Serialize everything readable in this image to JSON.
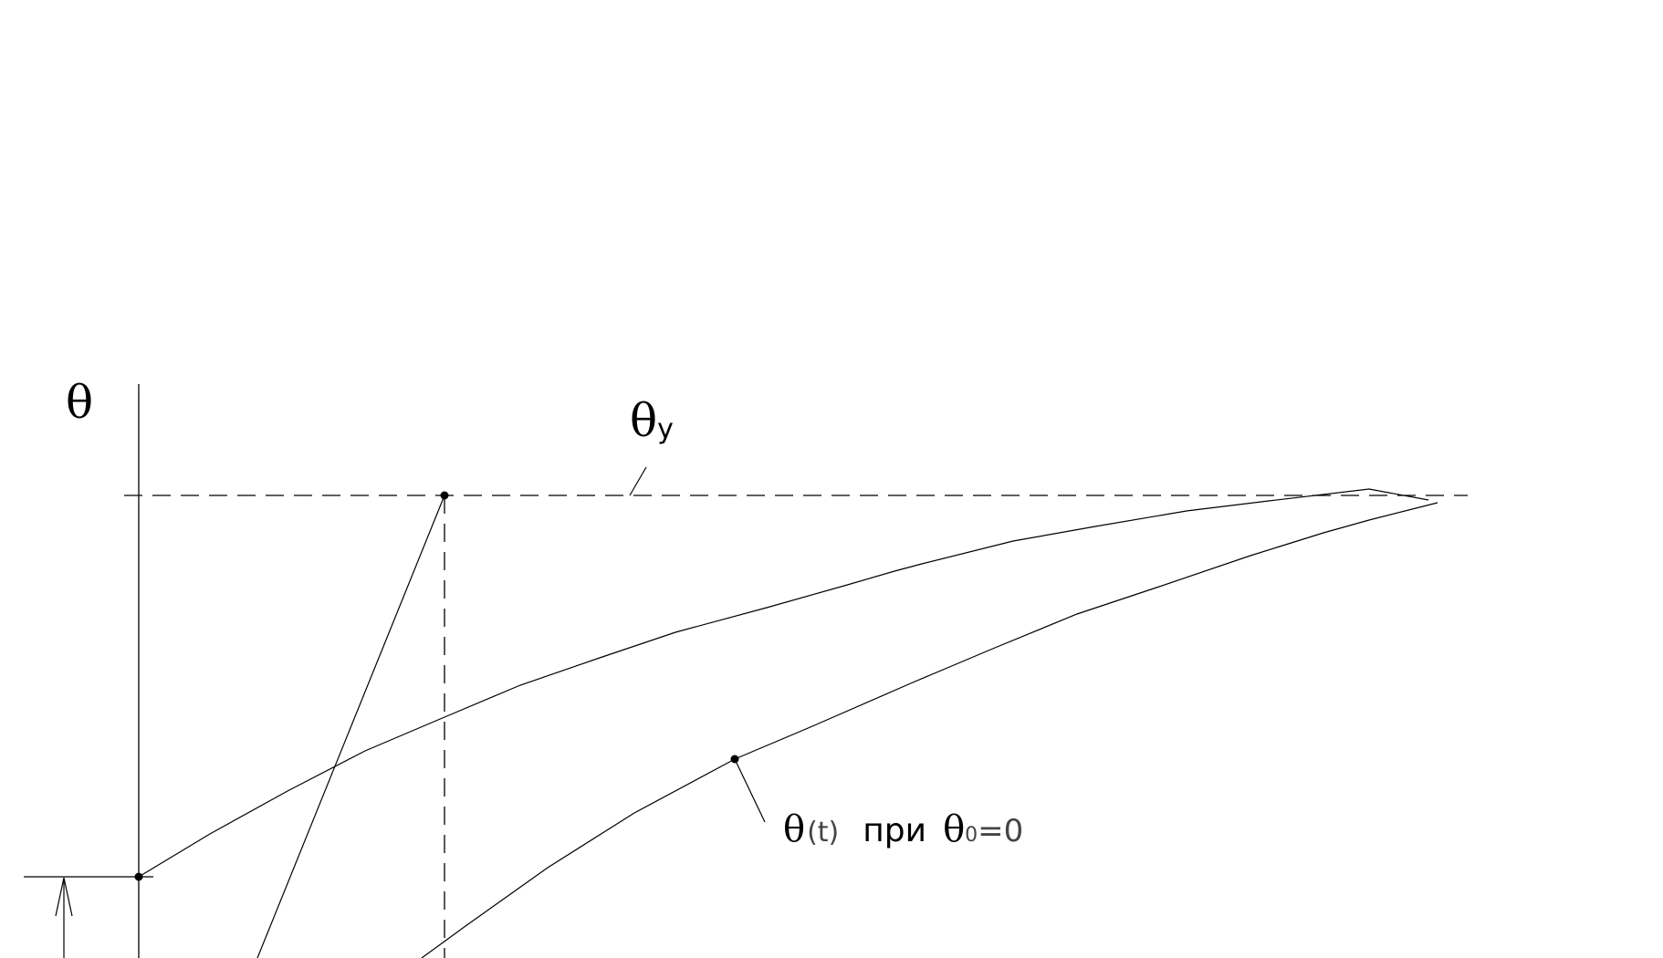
{
  "axis": {
    "y_label": "θ"
  },
  "steady_state": {
    "symbol": "θ",
    "subscript": "у"
  },
  "curve_label": {
    "func": "θ",
    "args": "(t)",
    "word": "при",
    "init_symbol": "θ",
    "init_subscript": "0",
    "init_value": "=0"
  },
  "colors": {
    "line": "#000000",
    "background": "#ffffff"
  }
}
